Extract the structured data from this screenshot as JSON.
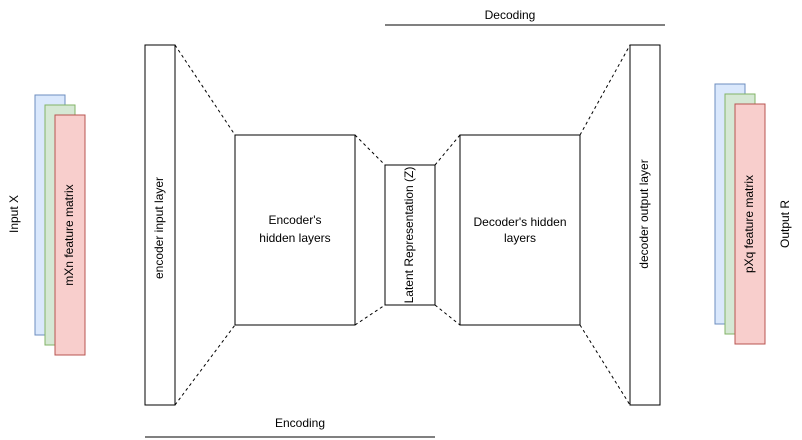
{
  "labels": {
    "input_side": "Input X",
    "input_matrix": "mXn feature matrix",
    "encoder_input": "encoder input layer",
    "encoder_hidden_line1": "Encoder's",
    "encoder_hidden_line2": "hidden layers",
    "latent": "Latent Representation (Z)",
    "decoder_hidden_line1": "Decoder's hidden",
    "decoder_hidden_line2": "layers",
    "decoder_output": "decoder output layer",
    "output_matrix": "pXq feature matrix",
    "output_side": "Output R",
    "encoding": "Encoding",
    "decoding": "Decoding"
  },
  "colors": {
    "stack_back_fill": "#dae8fc",
    "stack_back_stroke": "#6c8ebf",
    "stack_mid_fill": "#d5e8d4",
    "stack_mid_stroke": "#82b366",
    "stack_front_fill": "#f8cecc",
    "stack_front_stroke": "#b85450",
    "box_stroke": "#000000"
  }
}
